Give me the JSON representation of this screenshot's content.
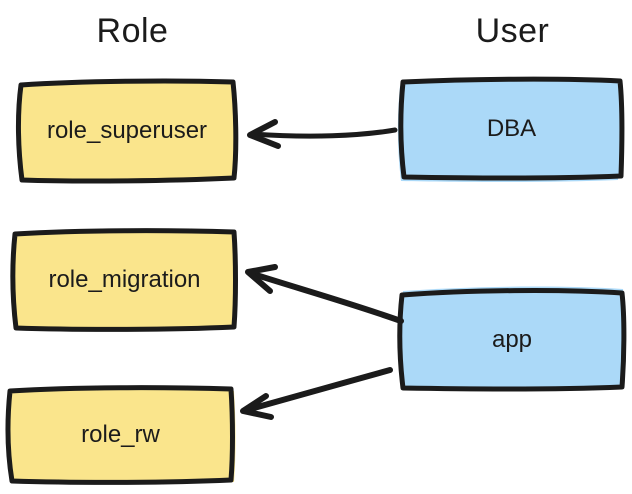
{
  "diagram": {
    "columns": {
      "role": {
        "title": "Role"
      },
      "user": {
        "title": "User"
      }
    },
    "nodes": {
      "role_superuser": {
        "label": "role_superuser",
        "type": "role"
      },
      "role_migration": {
        "label": "role_migration",
        "type": "role"
      },
      "role_rw": {
        "label": "role_rw",
        "type": "role"
      },
      "dba": {
        "label": "DBA",
        "type": "user"
      },
      "app": {
        "label": "app",
        "type": "user"
      }
    },
    "edges": [
      {
        "from": "DBA",
        "to": "role_superuser"
      },
      {
        "from": "app",
        "to": "role_migration"
      },
      {
        "from": "app",
        "to": "role_rw"
      }
    ],
    "colors": {
      "role_fill": "#FAE58C",
      "user_fill": "#ABD9F8",
      "stroke": "#1b1b1b",
      "background": "#ffffff"
    }
  }
}
